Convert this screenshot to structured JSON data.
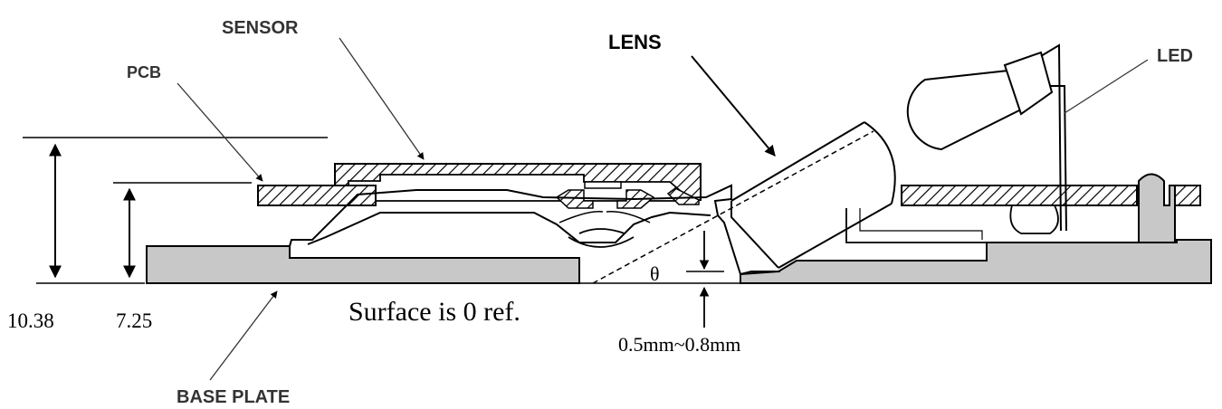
{
  "labels": {
    "sensor": "SENSOR",
    "pcb": "PCB",
    "lens": "LENS",
    "led": "LED",
    "base_plate": "BASE PLATE"
  },
  "annotations": {
    "surface_ref": "Surface is 0 ref.",
    "theta": "θ",
    "gap_range": "0.5mm~0.8mm",
    "height_total": "10.38",
    "height_pcb": "7.25"
  },
  "colors": {
    "base_fill": "#c8c8c8",
    "line": "#000000",
    "leader": "#333333"
  }
}
